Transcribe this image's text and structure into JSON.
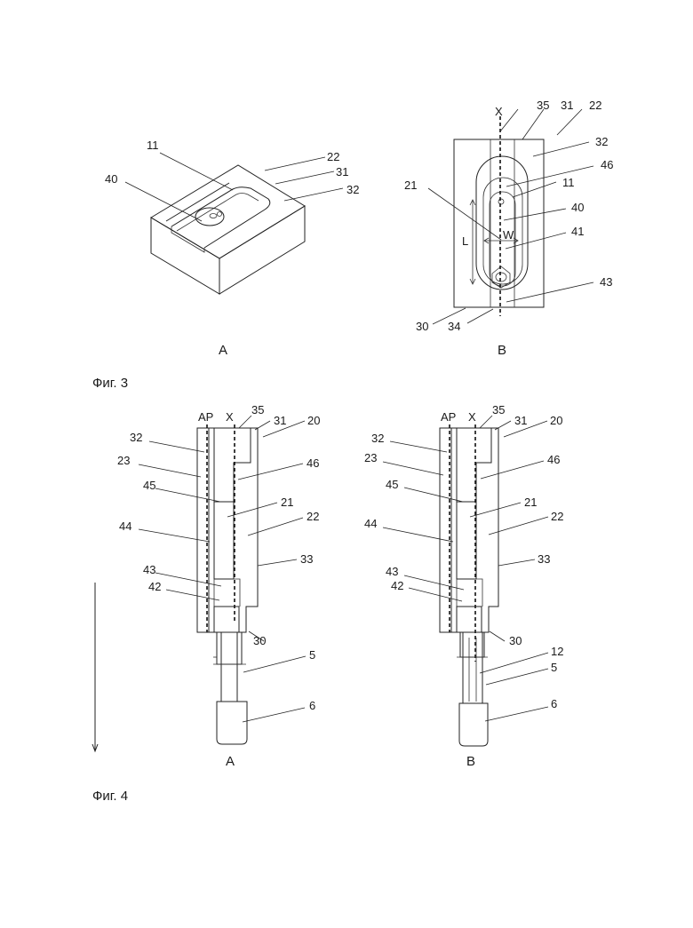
{
  "fig3": {
    "caption": "Фиг. 3",
    "view_a": {
      "label": "A",
      "refs": {
        "r11": "11",
        "r40": "40",
        "r22": "22",
        "r31": "31",
        "r32": "32"
      }
    },
    "view_b": {
      "label": "B",
      "refs": {
        "rX": "X",
        "r35": "35",
        "r31": "31",
        "r22": "22",
        "r32": "32",
        "r46": "46",
        "r21": "21",
        "r11": "11",
        "r40": "40",
        "rL": "L",
        "rW": "W",
        "r41": "41",
        "r43": "43",
        "r30": "30",
        "r34": "34"
      }
    }
  },
  "fig4": {
    "caption": "Фиг. 4",
    "view_a": {
      "label": "A",
      "refs": {
        "rAP": "AP",
        "rX": "X",
        "r35": "35",
        "r31": "31",
        "r20": "20",
        "r32": "32",
        "r23": "23",
        "r46": "46",
        "r45": "45",
        "r21": "21",
        "r22": "22",
        "r44": "44",
        "r33": "33",
        "r43": "43",
        "r42": "42",
        "r30": "30",
        "r5": "5",
        "r6": "6"
      }
    },
    "view_b": {
      "label": "B",
      "refs": {
        "rAP": "AP",
        "rX": "X",
        "r35": "35",
        "r31": "31",
        "r20": "20",
        "r32": "32",
        "r23": "23",
        "r46": "46",
        "r45": "45",
        "r21": "21",
        "r22": "22",
        "r44": "44",
        "r33": "33",
        "r43": "43",
        "r42": "42",
        "r30": "30",
        "r12": "12",
        "r5": "5",
        "r6": "6"
      }
    }
  }
}
